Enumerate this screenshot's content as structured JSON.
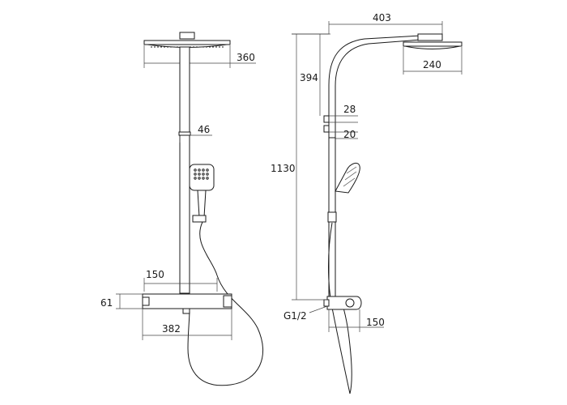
{
  "front_view": {
    "dimensions": {
      "head_diameter": "360",
      "pipe_diameter": "46",
      "bracket_height": "150",
      "thermostat_height": "61",
      "thermostat_width": "382"
    }
  },
  "side_view": {
    "dimensions": {
      "arm_reach": "403",
      "head_diameter": "240",
      "head_to_bracket": "394",
      "wall_bracket_a": "28",
      "wall_bracket_b": "20",
      "total_height": "1130",
      "connection_thread": "G1/2",
      "wall_offset": "150"
    }
  },
  "colors": {
    "line": "#1a1a1a",
    "background": "#ffffff"
  }
}
